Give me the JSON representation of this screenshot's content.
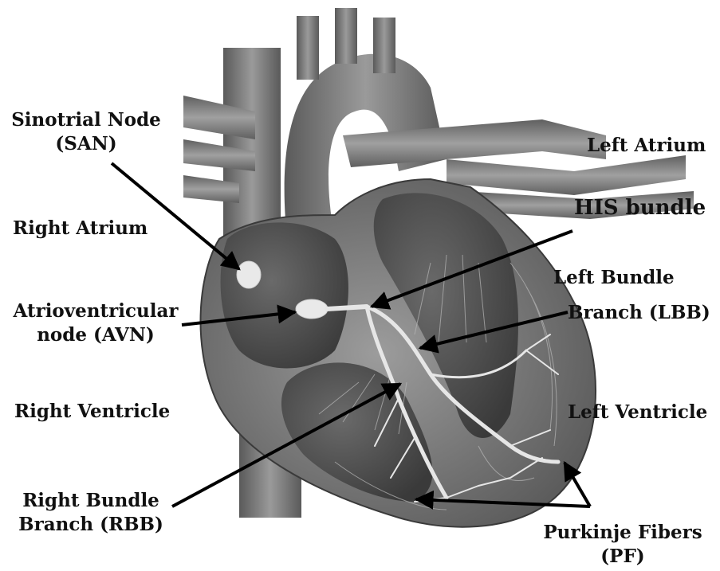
{
  "labels": {
    "san_line1": "Sinotrial Node",
    "san_line2": "(SAN)",
    "right_atrium": "Right Atrium",
    "avn_line1": "Atrioventricular",
    "avn_line2": "node (AVN)",
    "right_ventricle": "Right Ventricle",
    "rbb_line1": "Right Bundle",
    "rbb_line2": "Branch (RBB)",
    "left_atrium": "Left Atrium",
    "his_bundle": "HIS bundle",
    "lbb_line1": "Left Bundle",
    "lbb_line2": "Branch (LBB)",
    "left_ventricle": "Left Ventricle",
    "pf_line1": "Purkinje Fibers",
    "pf_line2": "(PF)"
  },
  "colors": {
    "background": "#ffffff",
    "label_text": "#111111",
    "arrow": "#000000",
    "vessel": "#6e6e6e",
    "myocardium": "#8a8a8a",
    "chamber": "#4a4a4a",
    "conduction": "#e6e6e6"
  }
}
